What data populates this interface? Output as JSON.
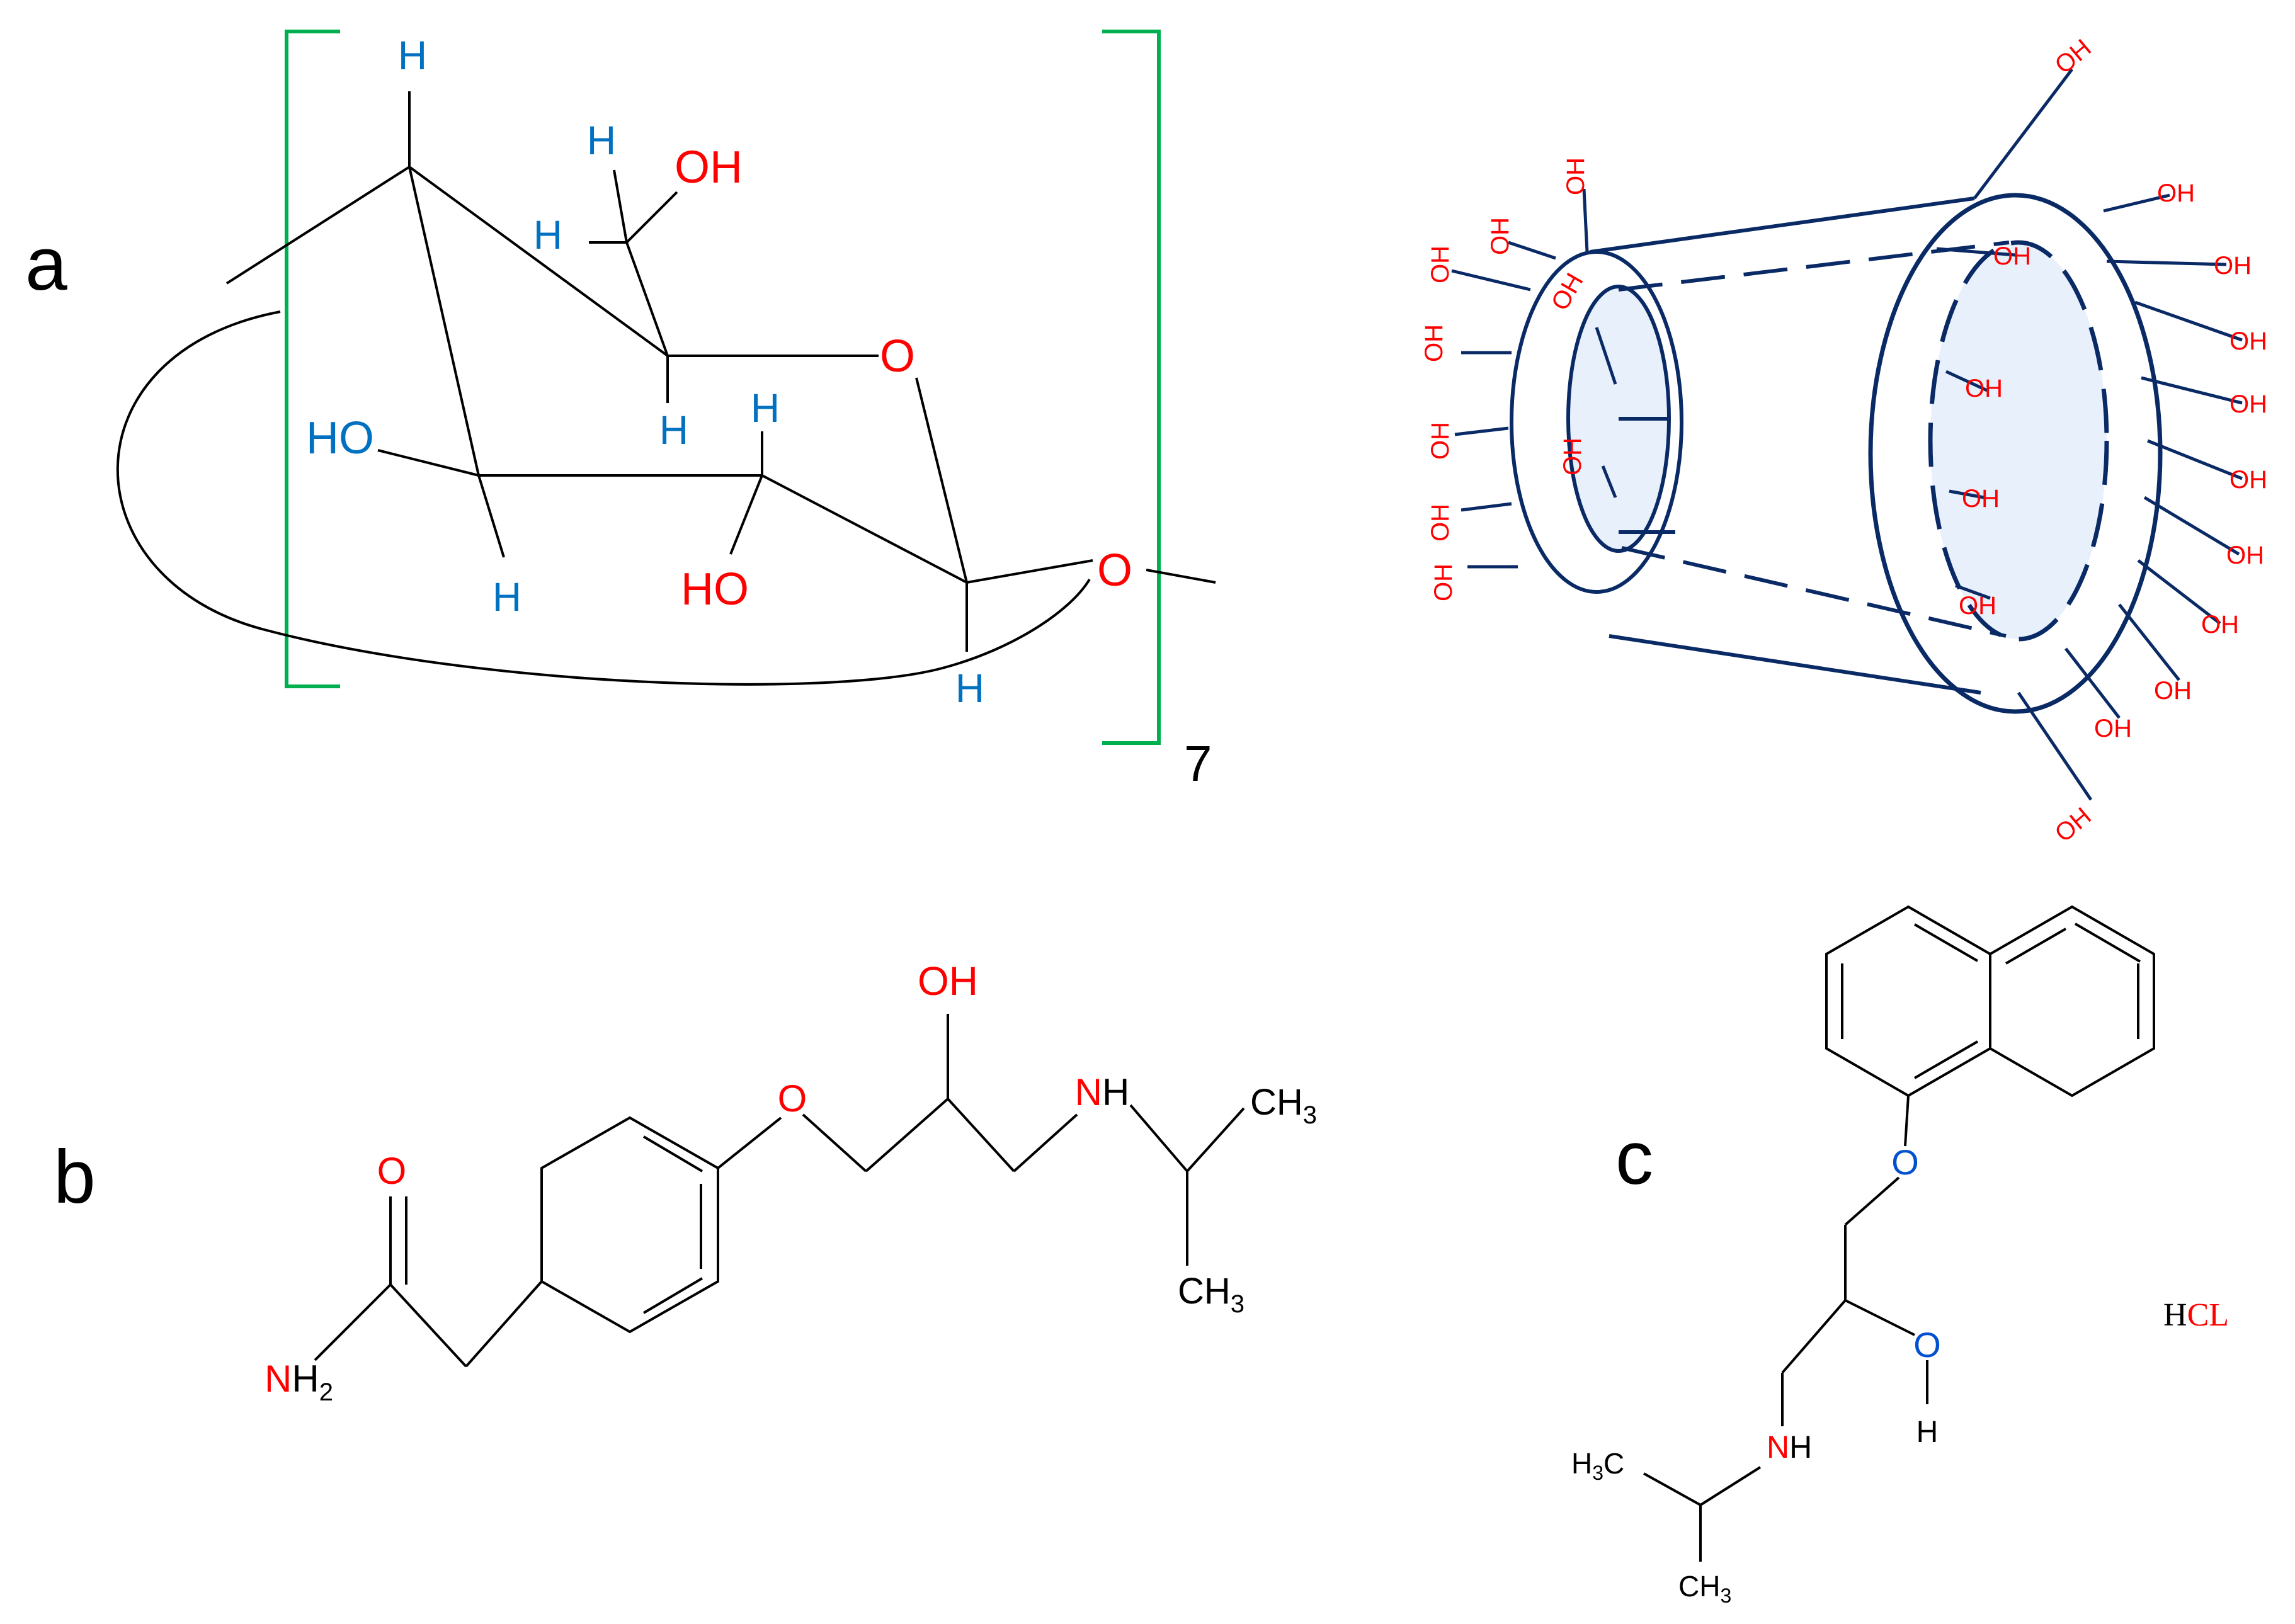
{
  "colors": {
    "bond": "#000000",
    "oxygen": "#ff0000",
    "hydrogen": "#0070c0",
    "nitrogen_blue": "#0050d0",
    "bracket": "#00b050",
    "cone": "#0a2a66",
    "cone_fill": "#e8f0fc",
    "label": "#000000"
  },
  "panel_labels": {
    "a": "a",
    "b": "b",
    "c": "c"
  },
  "panel_a": {
    "repeat_count": "7",
    "h_top": "H",
    "h_ch2": "H",
    "h_ch": "H",
    "oh_ch2": "OH",
    "ring_o": "O",
    "h_c5": "H",
    "h_c3": "H",
    "ho_c2": "HO",
    "h_c2": "H",
    "ho_c3": "HO",
    "h_c1": "H",
    "glyco_o": "O",
    "hydroxyl": "OH"
  },
  "panel_b": {
    "oh": "OH",
    "ether_o": "O",
    "n": "N",
    "nh_h": "H",
    "ch3_top": "CH",
    "ch3_top_sub": "3",
    "ch3_bottom": "CH",
    "ch3_bottom_sub": "3",
    "carbonyl_o": "O",
    "amide_n": "N",
    "amide_h": "H",
    "amide_sub": "2"
  },
  "panel_c": {
    "ether_o": "O",
    "hydroxyl_o": "O",
    "hydroxyl_h": "H",
    "n": "N",
    "nh_h": "H",
    "ch3_left_h": "H",
    "ch3_left_sub": "3",
    "ch3_left_c": "C",
    "ch3_bottom": "CH",
    "ch3_bottom_sub": "3",
    "salt_h": "H",
    "salt_cl": "CL"
  }
}
